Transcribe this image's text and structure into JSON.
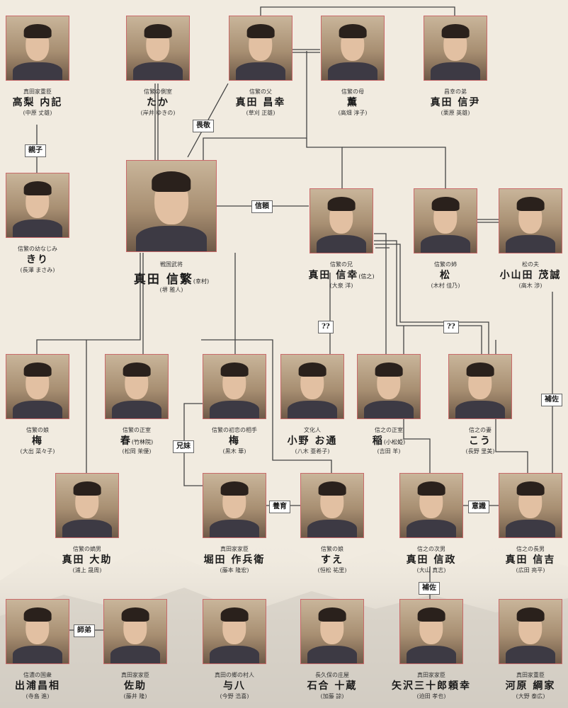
{
  "chart_palette": {
    "frame": "#c96a6a",
    "line": "#444444",
    "paper": "#f1ebe0"
  },
  "people": [
    {
      "id": "takanashi",
      "role": "真田家重臣",
      "name": "高梨 内記",
      "sub": "",
      "actor": "(中原 丈雄)",
      "icon": "portrait-icon"
    },
    {
      "id": "taka",
      "role": "信繁の側室",
      "name": "たか",
      "sub": "",
      "actor": "(岸井 ゆきの)",
      "icon": "portrait-icon"
    },
    {
      "id": "masayuki",
      "role": "信繁の父",
      "name": "真田 昌幸",
      "sub": "",
      "actor": "(草刈 正雄)",
      "icon": "portrait-icon"
    },
    {
      "id": "kaoru",
      "role": "信繁の母",
      "name": "薫",
      "sub": "",
      "actor": "(高畑 淳子)",
      "icon": "portrait-icon"
    },
    {
      "id": "nobutada",
      "role": "昌幸の弟",
      "name": "真田 信尹",
      "sub": "",
      "actor": "(栗原 英雄)",
      "icon": "portrait-icon"
    },
    {
      "id": "kiri",
      "role": "信繁の幼なじみ",
      "name": "きり",
      "sub": "",
      "actor": "(長澤 まさみ)",
      "icon": "portrait-icon"
    },
    {
      "id": "nobushige",
      "role": "戦国武将",
      "name": "真田 信繁",
      "sub": "(幸村)",
      "actor": "(堺 雅人)",
      "icon": "portrait-icon"
    },
    {
      "id": "nobuyuki",
      "role": "信繁の兄",
      "name": "真田 信幸",
      "sub": "(信之)",
      "actor": "(大泉 洋)",
      "icon": "portrait-icon"
    },
    {
      "id": "matsu",
      "role": "信繁の姉",
      "name": "松",
      "sub": "",
      "actor": "(木村 佳乃)",
      "icon": "portrait-icon"
    },
    {
      "id": "oyamada",
      "role": "松の夫",
      "name": "小山田 茂誠",
      "sub": "",
      "actor": "(高木 渉)",
      "icon": "portrait-icon"
    },
    {
      "id": "ume1",
      "role": "信繁の娘",
      "name": "梅",
      "sub": "",
      "actor": "(大出 菜々子)",
      "icon": "portrait-icon"
    },
    {
      "id": "haru",
      "role": "信繁の正室",
      "name": "春",
      "sub": "(竹林院)",
      "actor": "(松岡 茉優)",
      "icon": "portrait-icon"
    },
    {
      "id": "ume2",
      "role": "信繁の初恋の相手",
      "name": "梅",
      "sub": "",
      "actor": "(黒木 華)",
      "icon": "portrait-icon"
    },
    {
      "id": "otsu",
      "role": "文化人",
      "name": "小野 お通",
      "sub": "",
      "actor": "(八木 亜希子)",
      "icon": "portrait-icon"
    },
    {
      "id": "ina",
      "role": "信之の正室",
      "name": "稲",
      "sub": "(小松姫)",
      "actor": "(吉田 羊)",
      "icon": "portrait-icon"
    },
    {
      "id": "kou",
      "role": "信之の妻",
      "name": "こう",
      "sub": "",
      "actor": "(長野 里美)",
      "icon": "portrait-icon"
    },
    {
      "id": "daisuke",
      "role": "信繁の嫡男",
      "name": "真田 大助",
      "sub": "",
      "actor": "(浦上 晟周)",
      "icon": "portrait-icon"
    },
    {
      "id": "sakubei",
      "role": "真田家家臣",
      "name": "堀田 作兵衛",
      "sub": "",
      "actor": "(藤本 隆宏)",
      "icon": "portrait-icon"
    },
    {
      "id": "sue",
      "role": "信繁の娘",
      "name": "すえ",
      "sub": "",
      "actor": "(恒松 祐里)",
      "icon": "portrait-icon"
    },
    {
      "id": "nobumasa",
      "role": "信之の次男",
      "name": "真田 信政",
      "sub": "",
      "actor": "(大山 真志)",
      "icon": "portrait-icon"
    },
    {
      "id": "nobuyoshi",
      "role": "信之の長男",
      "name": "真田 信吉",
      "sub": "",
      "actor": "(広田 亮平)",
      "icon": "portrait-icon"
    },
    {
      "id": "demura",
      "role": "信濃の国衆",
      "name": "出浦昌相",
      "sub": "",
      "actor": "(寺島 進)",
      "icon": "portrait-icon"
    },
    {
      "id": "sasuke",
      "role": "真田家家臣",
      "name": "佐助",
      "sub": "",
      "actor": "(藤井 隆)",
      "icon": "portrait-icon"
    },
    {
      "id": "yohachi",
      "role": "真田の郷の村人",
      "name": "与八",
      "sub": "",
      "actor": "(今野 浩喜)",
      "icon": "portrait-icon"
    },
    {
      "id": "ishiai",
      "role": "長久保の庄屋",
      "name": "石合 十蔵",
      "sub": "",
      "actor": "(加藤 諒)",
      "icon": "portrait-icon"
    },
    {
      "id": "yazawa",
      "role": "真田家家臣",
      "name": "矢沢三十郎頼幸",
      "sub": "",
      "actor": "(迫田 孝也)",
      "icon": "portrait-icon"
    },
    {
      "id": "kawahara",
      "role": "真田家重臣",
      "name": "河原 綱家",
      "sub": "",
      "actor": "(大野 泰広)",
      "icon": "portrait-icon"
    }
  ],
  "relations": [
    {
      "id": "ifu",
      "label": "畏敬"
    },
    {
      "id": "oyako",
      "label": "親子"
    },
    {
      "id": "shinrai",
      "label": "信頼"
    },
    {
      "id": "q1",
      "label": "??"
    },
    {
      "id": "q2",
      "label": "??"
    },
    {
      "id": "hosa1",
      "label": "補佐"
    },
    {
      "id": "kyomai",
      "label": "兄妹"
    },
    {
      "id": "yoiku",
      "label": "養育"
    },
    {
      "id": "ishiki",
      "label": "意識"
    },
    {
      "id": "shitei",
      "label": "師弟"
    },
    {
      "id": "hosa2",
      "label": "補佐"
    }
  ]
}
